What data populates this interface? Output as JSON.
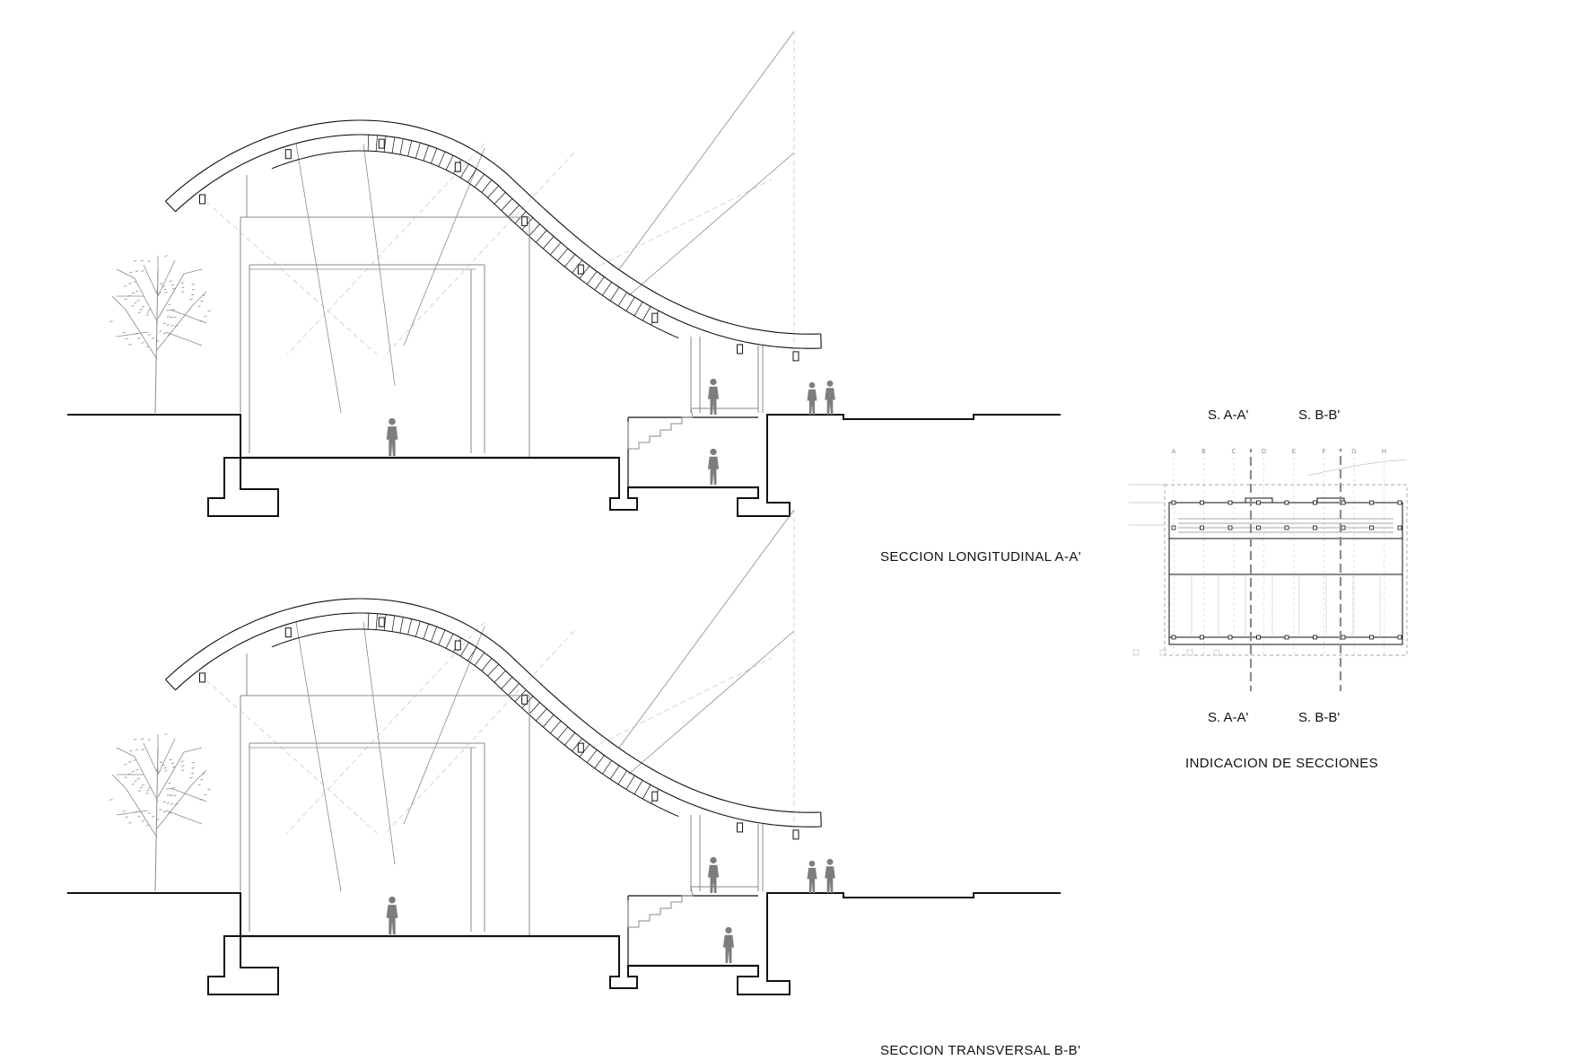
{
  "sections": [
    {
      "id": "A",
      "caption": "SECCION LONGITUDINAL A-A'"
    },
    {
      "id": "B",
      "caption": "SECCION TRANSVERSAL B-B'"
    }
  ],
  "key_plan": {
    "title": "INDICACION DE SECCIONES",
    "cut_a_label": "S. A-A'",
    "cut_b_label": "S. B-B'",
    "grid_labels": [
      "A",
      "B",
      "C",
      "D",
      "E",
      "F",
      "G",
      "H"
    ]
  },
  "colors": {
    "ink": "#111111",
    "thin_line": "#8a8a8a",
    "faint_line": "#c4c4c4",
    "figure_fill": "#7d7d7d",
    "cut_line": "#8c8c8c"
  }
}
